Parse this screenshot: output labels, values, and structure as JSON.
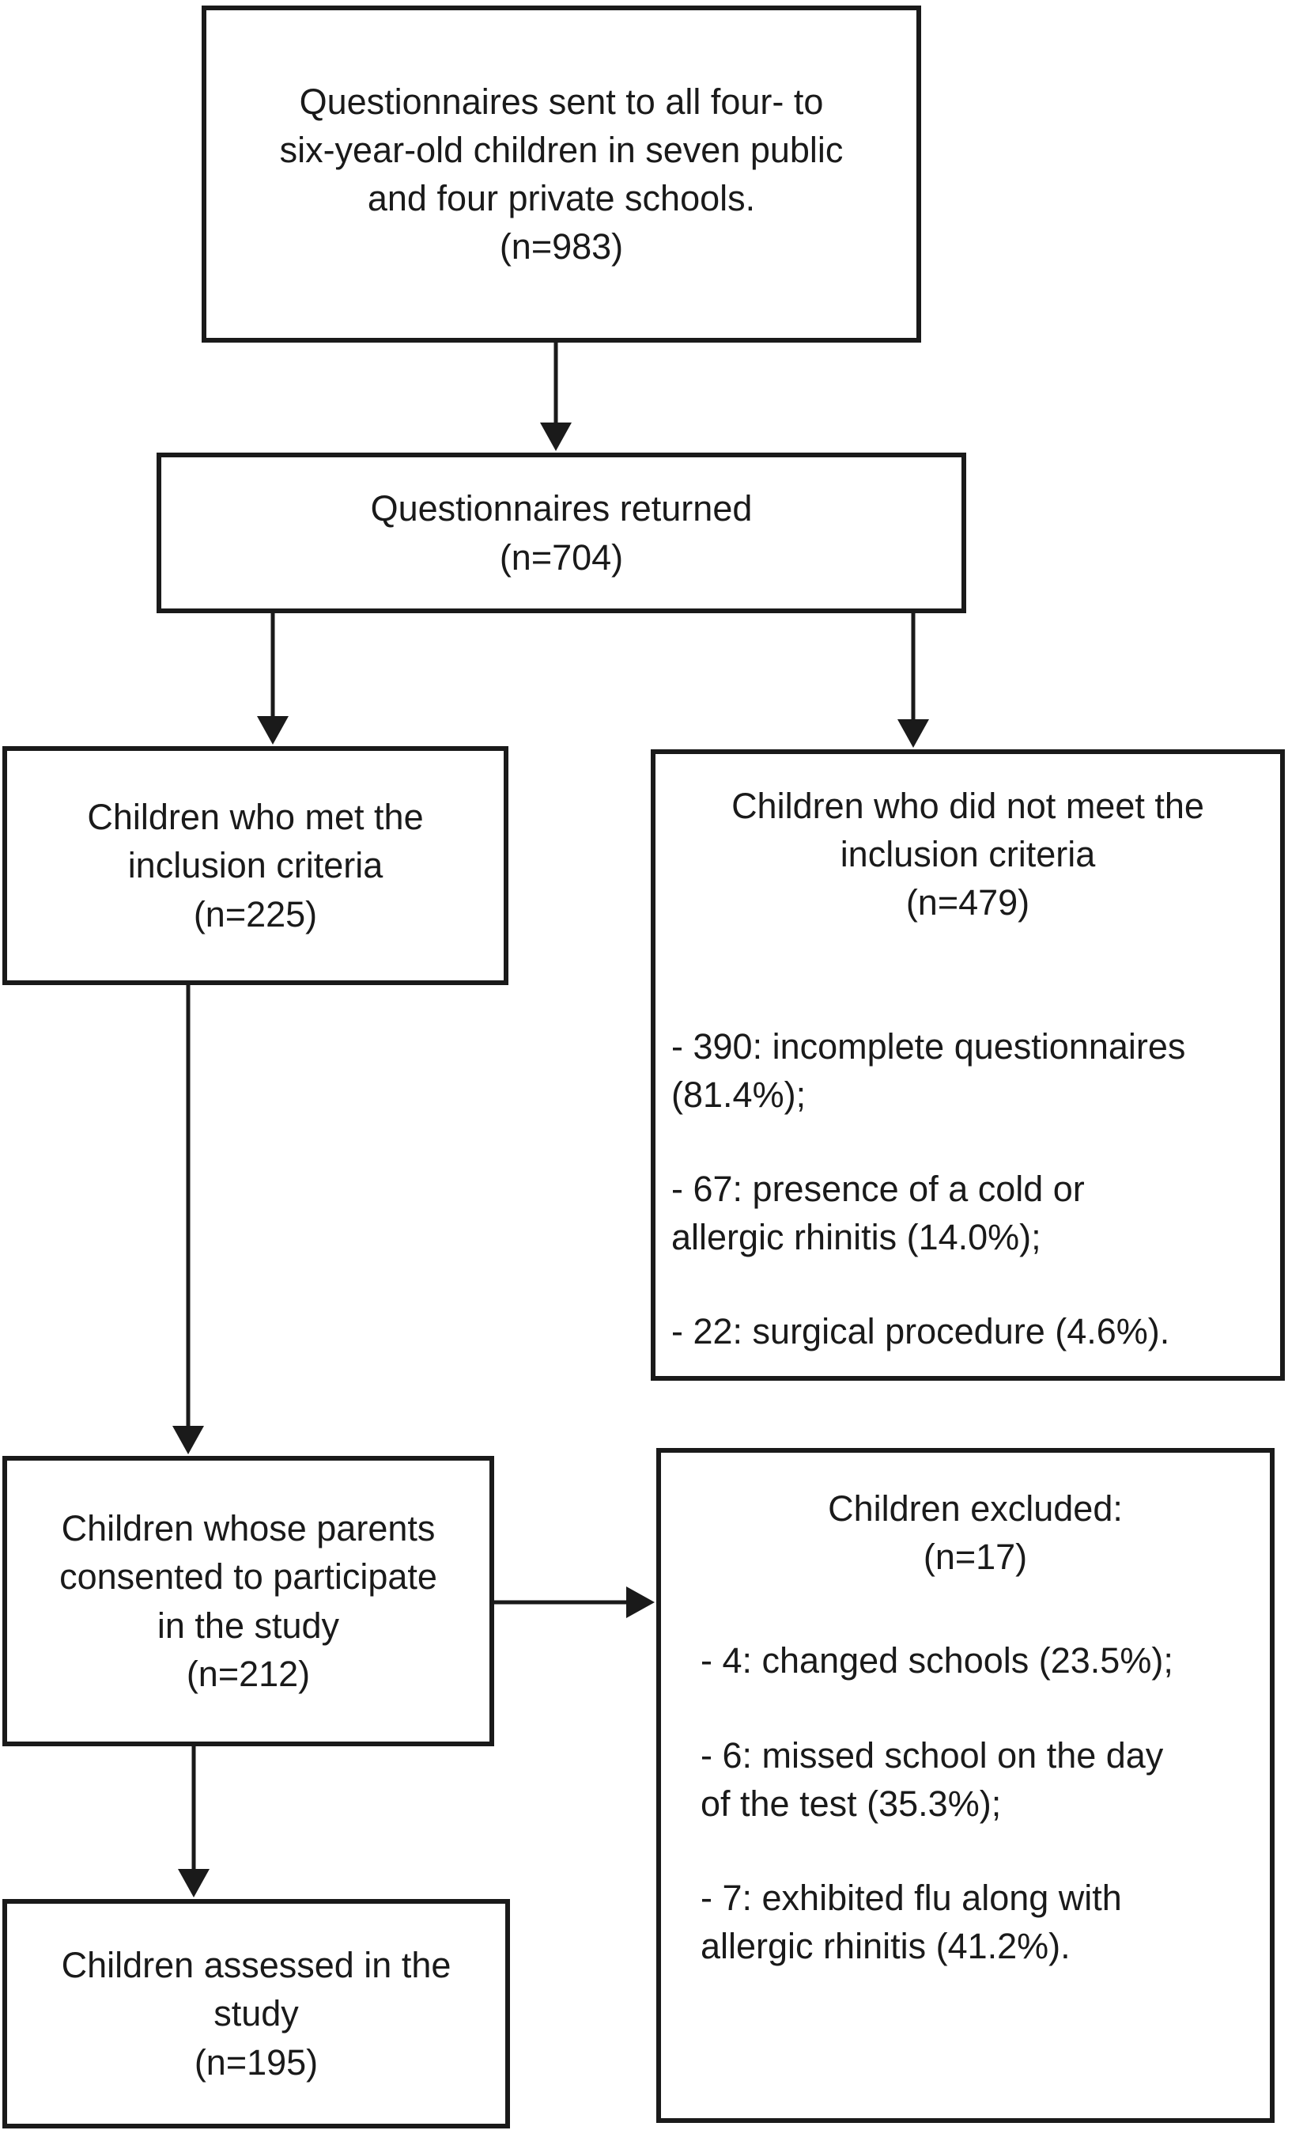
{
  "flowchart": {
    "colors": {
      "border": "#1a1a1a",
      "text": "#1a1a1a",
      "background": "#ffffff"
    },
    "box_questionnaires_sent": {
      "text": "Questionnaires sent to all four- to\nsix-year-old children in seven public\nand four private schools.\n(n=983)",
      "n": 983
    },
    "box_questionnaires_returned": {
      "text": "Questionnaires returned\n(n=704)",
      "n": 704
    },
    "box_met_criteria": {
      "text": "Children who met the\ninclusion criteria\n(n=225)",
      "n": 225
    },
    "box_not_met_criteria": {
      "heading": "Children who did not meet the\ninclusion criteria\n(n=479)",
      "n": 479,
      "bullets": [
        "- 390: incomplete questionnaires\n(81.4%);",
        "- 67: presence of a cold or\nallergic rhinitis (14.0%);",
        "- 22: surgical procedure (4.6%)."
      ]
    },
    "box_consented": {
      "text": "Children whose parents\nconsented to participate\nin the study\n(n=212)",
      "n": 212
    },
    "box_excluded": {
      "heading": "Children excluded:\n(n=17)",
      "n": 17,
      "bullets": [
        "- 4: changed schools (23.5%);",
        "- 6: missed school on the day\nof the test (35.3%);",
        "- 7: exhibited flu along with\nallergic rhinitis (41.2%)."
      ]
    },
    "box_assessed": {
      "text": "Children assessed in the\nstudy\n(n=195)",
      "n": 195
    }
  }
}
